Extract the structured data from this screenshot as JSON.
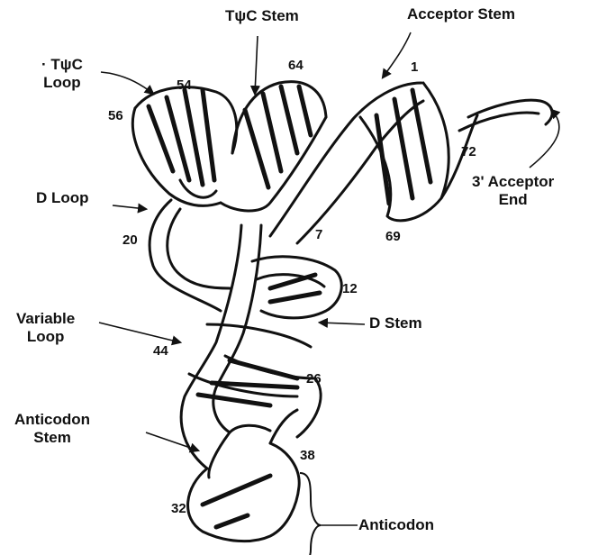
{
  "labels": {
    "tpsic_stem": "TψC Stem",
    "acceptor_stem": "Acceptor Stem",
    "tpsic_loop": "· TψC\nLoop",
    "d_loop": "D Loop",
    "acceptor_end": "3' Acceptor\nEnd",
    "variable_loop": "Variable\nLoop",
    "d_stem": "D Stem",
    "anticodon_stem": "Anticodon\nStem",
    "anticodon": "Anticodon"
  },
  "residue_numbers": {
    "n1": "1",
    "n7": "7",
    "n12": "12",
    "n20": "20",
    "n26": "26",
    "n32": "32",
    "n38": "38",
    "n44": "44",
    "n54": "54",
    "n56": "56",
    "n64": "64",
    "n69": "69",
    "n72": "72"
  },
  "colors": {
    "ink": "#111111",
    "background": "#ffffff"
  }
}
